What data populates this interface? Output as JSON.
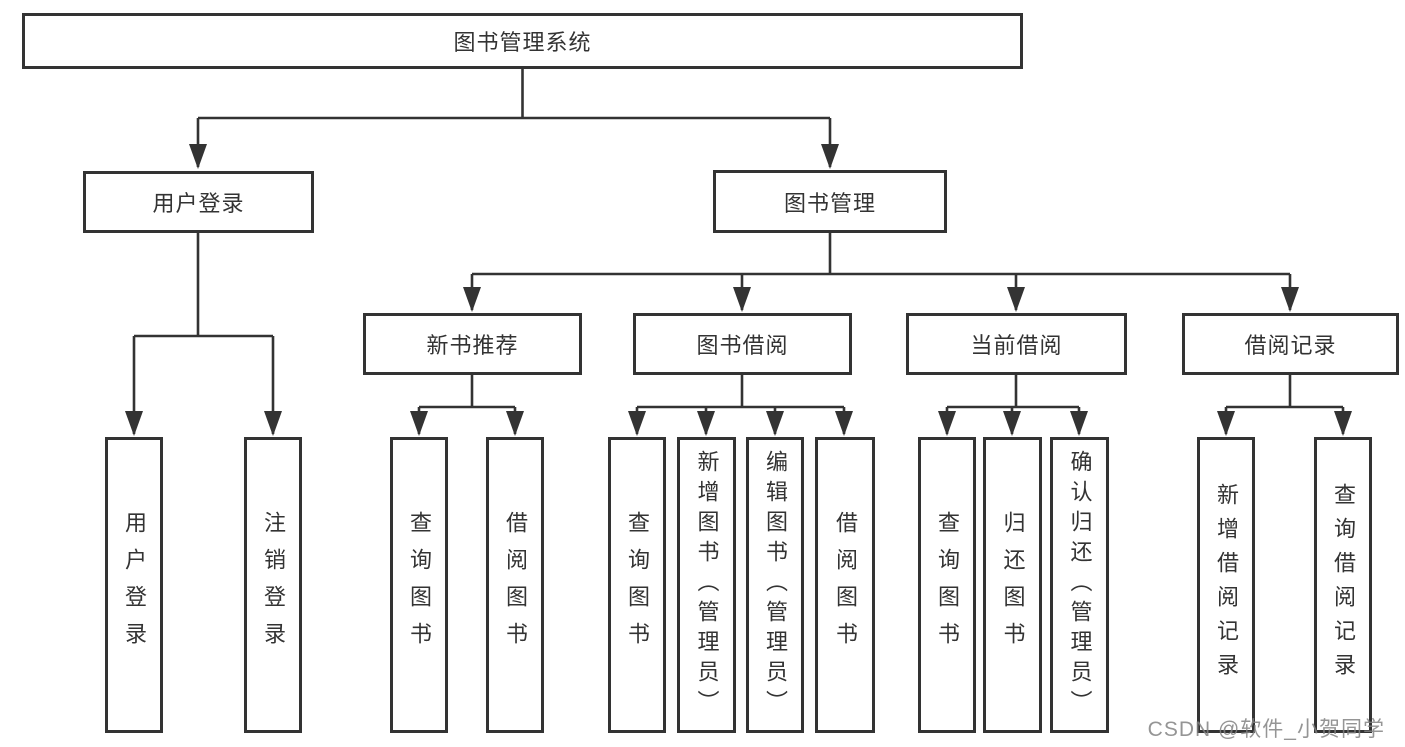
{
  "tree": {
    "root": {
      "label": "图书管理系统"
    },
    "branches": [
      {
        "label": "用户登录",
        "children": [
          {
            "label": "用户登录"
          },
          {
            "label": "注销登录"
          }
        ]
      },
      {
        "label": "图书管理",
        "groups": [
          {
            "label": "新书推荐",
            "children": [
              {
                "label": "查询图书"
              },
              {
                "label": "借阅图书"
              }
            ]
          },
          {
            "label": "图书借阅",
            "children": [
              {
                "label": "查询图书"
              },
              {
                "label": "新增图书（管理员）"
              },
              {
                "label": "编辑图书（管理员）"
              },
              {
                "label": "借阅图书"
              }
            ]
          },
          {
            "label": "当前借阅",
            "children": [
              {
                "label": "查询图书"
              },
              {
                "label": "归还图书"
              },
              {
                "label": "确认归还（管理员）"
              }
            ]
          },
          {
            "label": "借阅记录",
            "children": [
              {
                "label": "新增借阅记录"
              },
              {
                "label": "查询借阅记录"
              }
            ]
          }
        ]
      }
    ]
  },
  "watermark": {
    "text": "CSDN @软件_小贺同学"
  },
  "colors": {
    "line": "#333333",
    "text": "#333333",
    "box_background": "#ffffff",
    "watermark": "#828282"
  }
}
